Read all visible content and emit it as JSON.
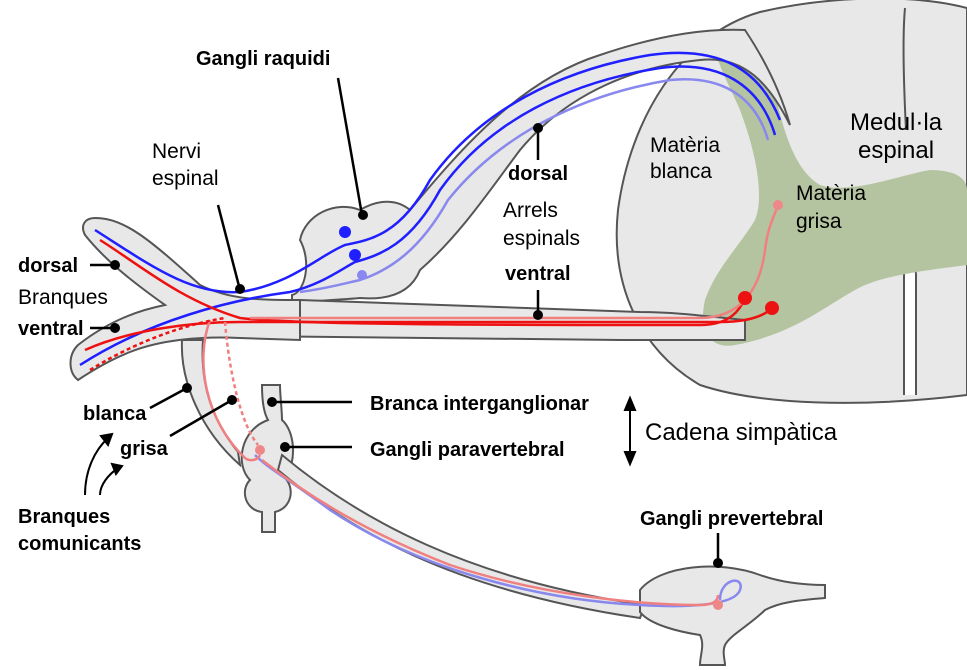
{
  "labels": {
    "gangli_raquidi": "Gangli raquidi",
    "nervi": "Nervi",
    "espinal": "espinal",
    "dorsal_root": "dorsal",
    "arrels": "Arrels",
    "espinals": "espinals",
    "ventral_root": "ventral",
    "materia_blanca_1": "Matèria",
    "materia_blanca_2": "blanca",
    "medulla_1": "Medul·la",
    "medulla_2": "espinal",
    "materia_grisa_1": "Matèria",
    "materia_grisa_2": "grisa",
    "dorsal_branch": "dorsal",
    "branques": "Branques",
    "ventral_branch": "ventral",
    "blanca": "blanca",
    "grisa": "grisa",
    "branques_comunicants_1": "Branques",
    "branques_comunicants_2": "comunicants",
    "branca_interganglionar": "Branca interganglionar",
    "gangli_paravertebral": "Gangli paravertebral",
    "cadena_simpatica": "Cadena simpàtica",
    "gangli_prevertebral": "Gangli prevertebral"
  },
  "colors": {
    "grey_fill": "#e8e8e8",
    "grey_stroke": "#555555",
    "grey_matter": "#b5c4a0",
    "sensory_blue": "#1f1fff",
    "sensory_light": "#8888ee",
    "motor_red": "#ee1111",
    "motor_light": "#f08080",
    "dot_pink": "#ee8888"
  }
}
